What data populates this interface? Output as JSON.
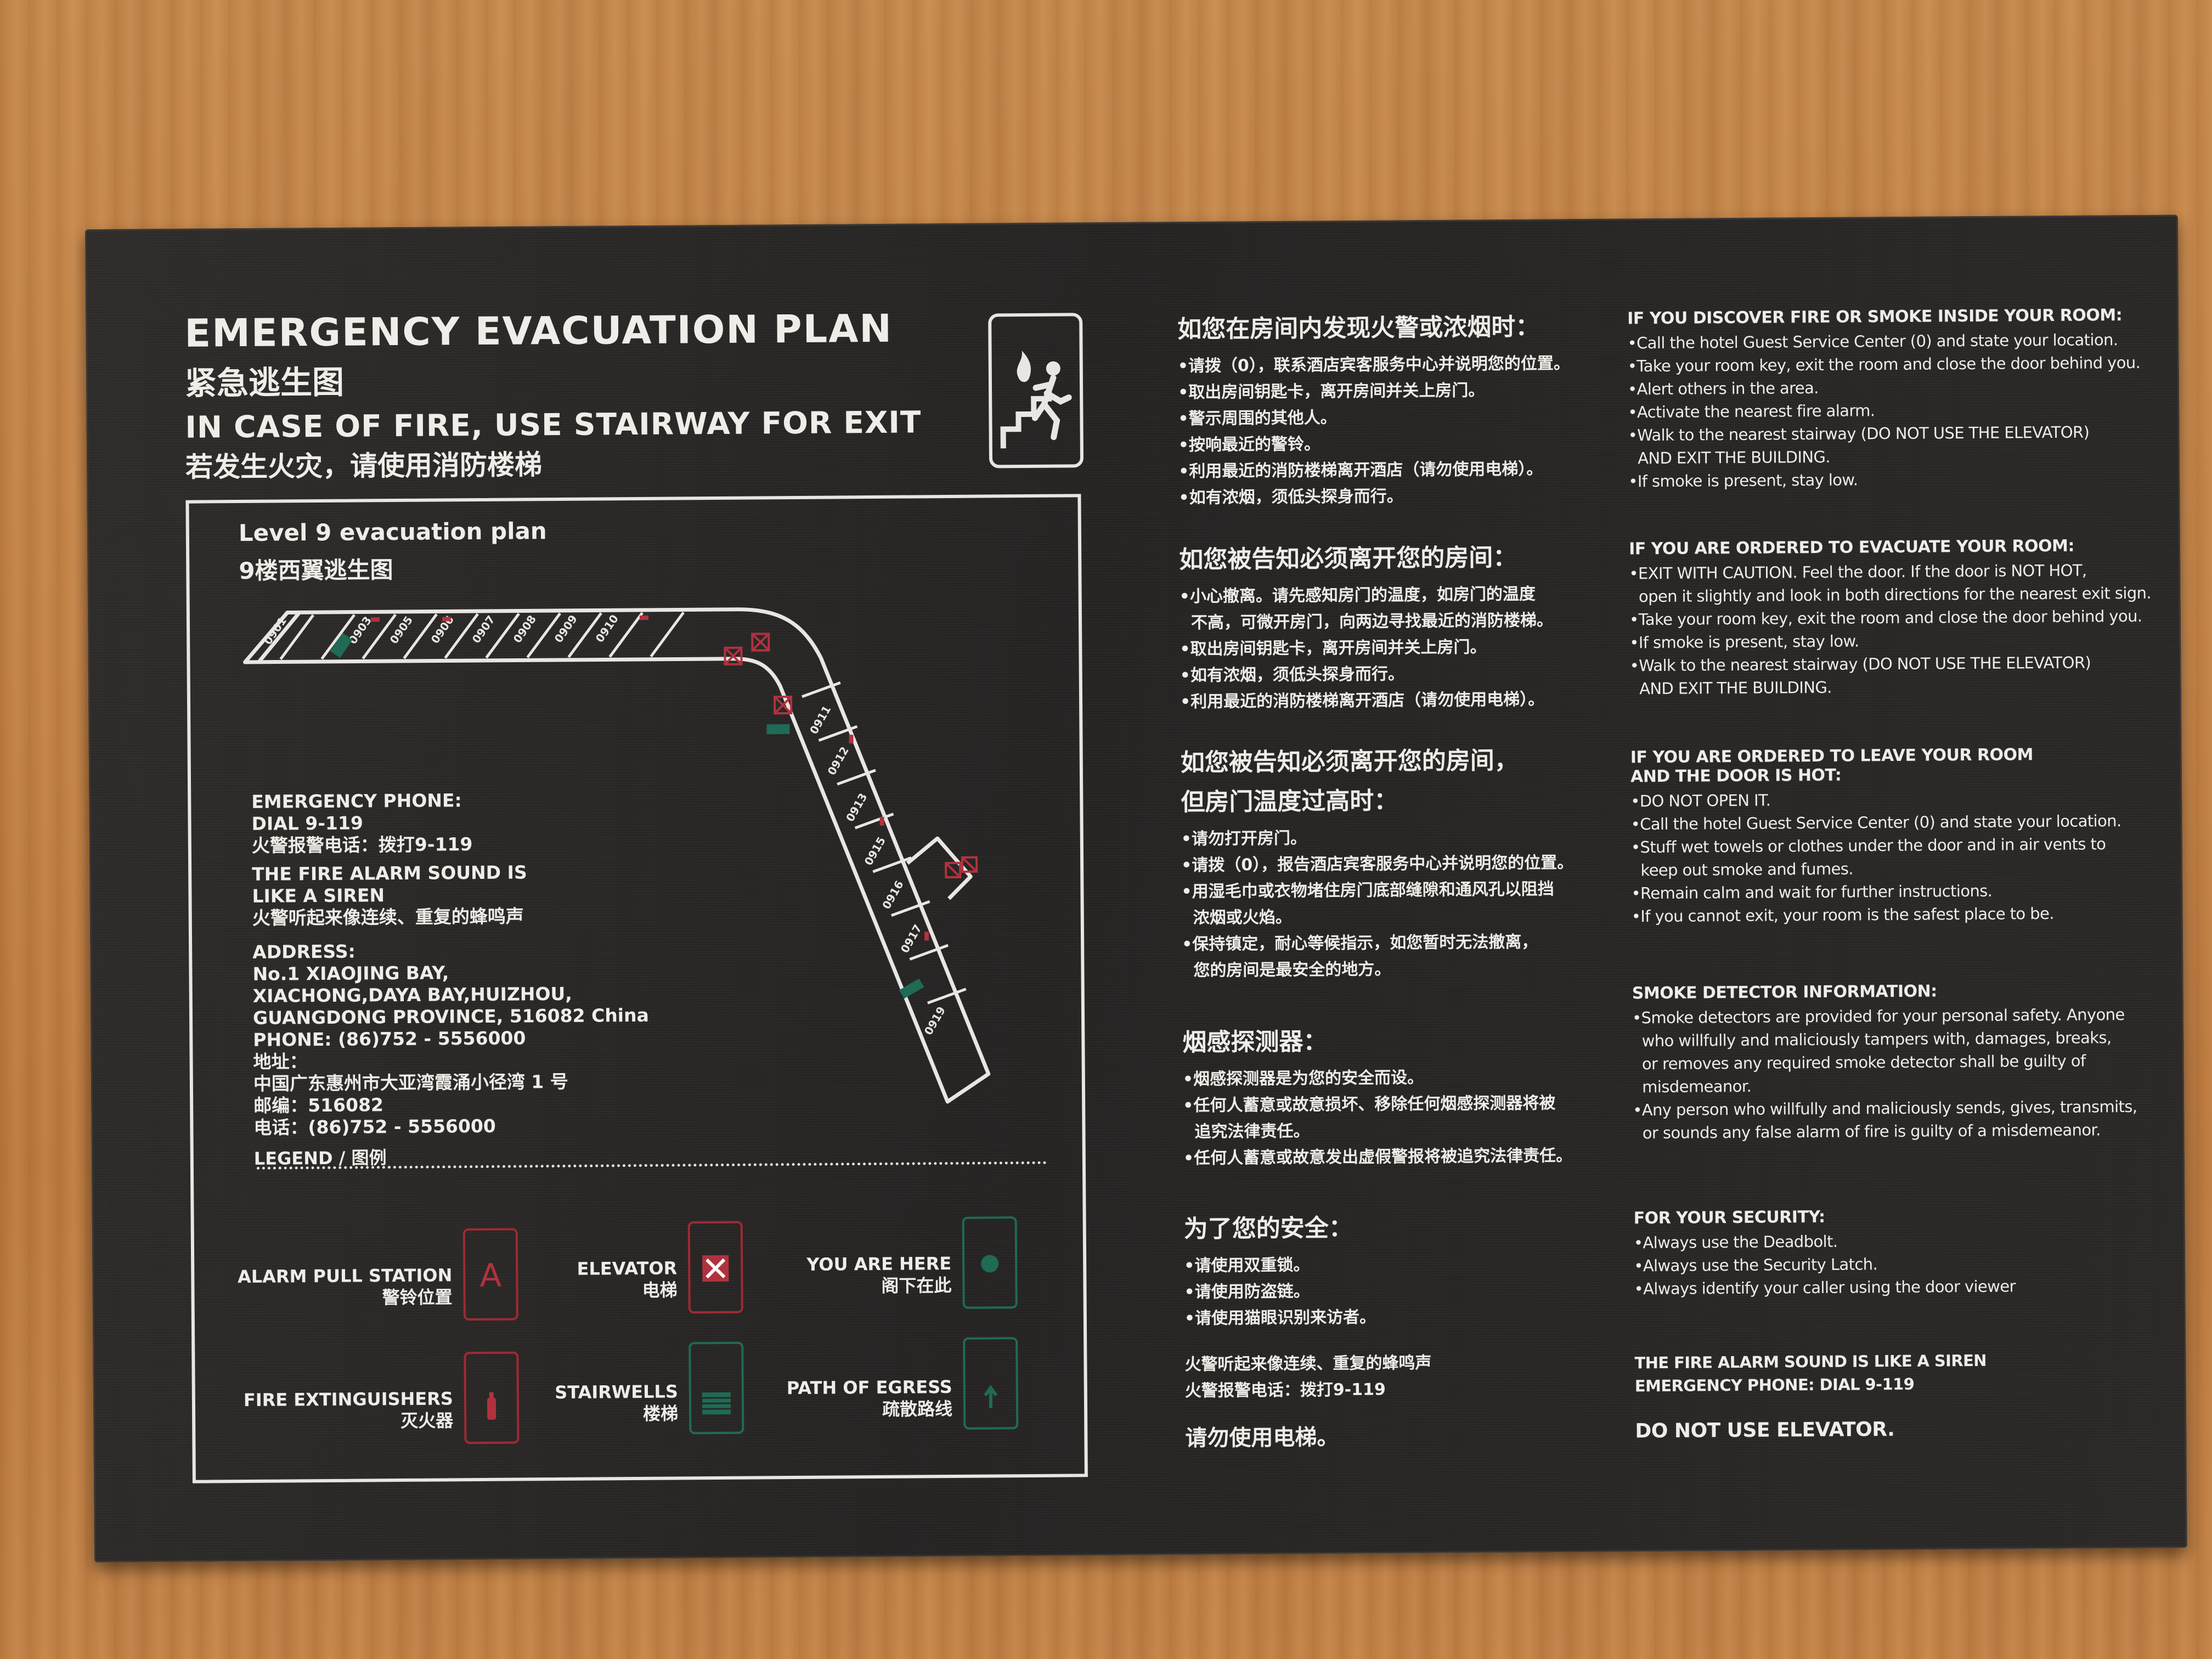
{
  "header": {
    "title_en": "EMERGENCY EVACUATION PLAN",
    "title_cn": "紧急逃生图",
    "subtitle_en": "IN CASE OF FIRE, USE STAIRWAY FOR EXIT",
    "subtitle_cn": "若发生火灾，请使用消防楼梯"
  },
  "map": {
    "title_en": "Level 9 evacuation plan",
    "title_cn": "9楼西翼逃生图",
    "rooms": [
      "0901",
      "0903",
      "0905",
      "0906",
      "0907",
      "0908",
      "0909",
      "0910",
      "0911",
      "0912",
      "0913",
      "0915",
      "0916",
      "0917",
      "0919"
    ],
    "emergency": [
      "EMERGENCY PHONE:",
      "DIAL 9-119",
      "火警报警电话：拨打9-119"
    ],
    "siren": [
      "THE FIRE ALARM SOUND IS",
      "LIKE A SIREN",
      "火警听起来像连续、重复的蜂鸣声"
    ],
    "address": [
      "ADDRESS:",
      "No.1 XIAOJING BAY,",
      "XIACHONG,DAYA BAY,HUIZHOU,",
      "GUANGDONG PROVINCE, 516082 China",
      "PHONE: (86)752 - 5556000",
      "地址：",
      "中国广东惠州市大亚湾霞涌小径湾 1 号",
      "邮编：516082",
      "电话：(86)752 - 5556000"
    ],
    "legend_title": "LEGEND / 图例",
    "legend": {
      "alarm": [
        "ALARM PULL STATION",
        "警铃位置"
      ],
      "elevator": [
        "ELEVATOR",
        "电梯"
      ],
      "here": [
        "YOU ARE HERE",
        "阁下在此"
      ],
      "extinguisher": [
        "FIRE EXTINGUISHERS",
        "灭火器"
      ],
      "stairwells": [
        "STAIRWELLS",
        "楼梯"
      ],
      "egress": [
        "PATH OF EGRESS",
        "疏散路线"
      ],
      "alarm_glyph": "A"
    }
  },
  "colors": {
    "red": "#9e2a35",
    "green": "#1f6b55",
    "panel": "#282624",
    "text": "#f0ede8"
  },
  "cn_col": {
    "s1": {
      "h": "如您在房间内发现火警或浓烟时：",
      "items": [
        "•请拨（0），联系酒店宾客服务中心并说明您的位置。",
        "•取出房间钥匙卡，离开房间并关上房门。",
        "•警示周围的其他人。",
        "•按响最近的警铃。",
        "•利用最近的消防楼梯离开酒店（请勿使用电梯）。",
        "•如有浓烟，须低头探身而行。"
      ]
    },
    "s2": {
      "h": "如您被告知必须离开您的房间：",
      "items": [
        "•小心撤离。请先感知房门的温度，如房门的温度",
        "  不高，可微开房门，向两边寻找最近的消防楼梯。",
        "•取出房间钥匙卡，离开房间并关上房门。",
        "•如有浓烟，须低头探身而行。",
        "•利用最近的消防楼梯离开酒店（请勿使用电梯）。"
      ]
    },
    "s3": {
      "h1": "如您被告知必须离开您的房间，",
      "h2": "但房门温度过高时：",
      "items": [
        "•请勿打开房门。",
        "•请拨（0），报告酒店宾客服务中心并说明您的位置。",
        "•用湿毛巾或衣物堵住房门底部缝隙和通风孔以阻挡",
        "  浓烟或火焰。",
        "•保持镇定，耐心等候指示，如您暂时无法撤离，",
        "  您的房间是最安全的地方。"
      ]
    },
    "s4": {
      "h": "烟感探测器：",
      "items": [
        "•烟感探测器是为您的安全而设。",
        "•任何人蓄意或故意损坏、移除任何烟感探测器将被",
        "  追究法律责任。",
        "•任何人蓄意或故意发出虚假警报将被追究法律责任。"
      ]
    },
    "s5": {
      "h": "为了您的安全：",
      "items": [
        "•请使用双重锁。",
        "•请使用防盗链。",
        "•请使用猫眼识别来访者。"
      ]
    },
    "s6": {
      "items": [
        "火警听起来像连续、重复的蜂鸣声",
        "火警报警电话：拨打9-119"
      ]
    },
    "s7": {
      "h": "请勿使用电梯。"
    }
  },
  "en_col": {
    "s1": {
      "h": "IF YOU DISCOVER FIRE OR SMOKE INSIDE YOUR ROOM:",
      "items": [
        "•Call the hotel Guest Service Center (0) and state your location.",
        "•Take your room key, exit the room and close the door behind you.",
        "•Alert others in the area.",
        "•Activate the nearest fire alarm.",
        "•Walk to the nearest stairway (DO NOT USE THE ELEVATOR)",
        "  AND EXIT THE BUILDING.",
        "•If smoke is present, stay low."
      ]
    },
    "s2": {
      "h": "IF YOU ARE ORDERED TO EVACUATE YOUR ROOM:",
      "items": [
        "•EXIT WITH CAUTION. Feel the door. If the door is NOT HOT,",
        "  open it slightly and look in both directions for the nearest exit sign.",
        "•Take your room key, exit the room and close the door behind you.",
        "•If smoke is present, stay low.",
        "•Walk to the nearest stairway (DO NOT USE THE ELEVATOR)",
        "  AND EXIT THE BUILDING."
      ]
    },
    "s3": {
      "h1": "IF YOU ARE ORDERED TO LEAVE YOUR ROOM",
      "h2": "AND THE DOOR IS HOT:",
      "items": [
        "•DO NOT OPEN IT.",
        "•Call the hotel Guest Service Center (0) and state your location.",
        "•Stuff wet towels or clothes under the door and in air vents to",
        "  keep out smoke and fumes.",
        "•Remain calm and wait for further instructions.",
        "•If you cannot exit, your room is the safest place to be."
      ]
    },
    "s4": {
      "h": "SMOKE DETECTOR INFORMATION:",
      "items": [
        "•Smoke detectors are provided for your personal safety. Anyone",
        "  who willfully and maliciously tampers with, damages, breaks,",
        "  or removes any required smoke detector shall be guilty of",
        "  misdemeanor.",
        "•Any person who willfully and maliciously sends, gives, transmits,",
        "  or sounds any false alarm of fire is guilty of a misdemeanor."
      ]
    },
    "s5": {
      "h": "FOR YOUR SECURITY:",
      "items": [
        "•Always use the Deadbolt.",
        "•Always use the Security Latch.",
        "•Always identify your caller using the door viewer"
      ]
    },
    "s6": {
      "items": [
        "THE FIRE ALARM SOUND IS LIKE A SIREN",
        "EMERGENCY PHONE: DIAL 9-119"
      ]
    },
    "s7": {
      "h": "DO NOT USE ELEVATOR."
    }
  }
}
